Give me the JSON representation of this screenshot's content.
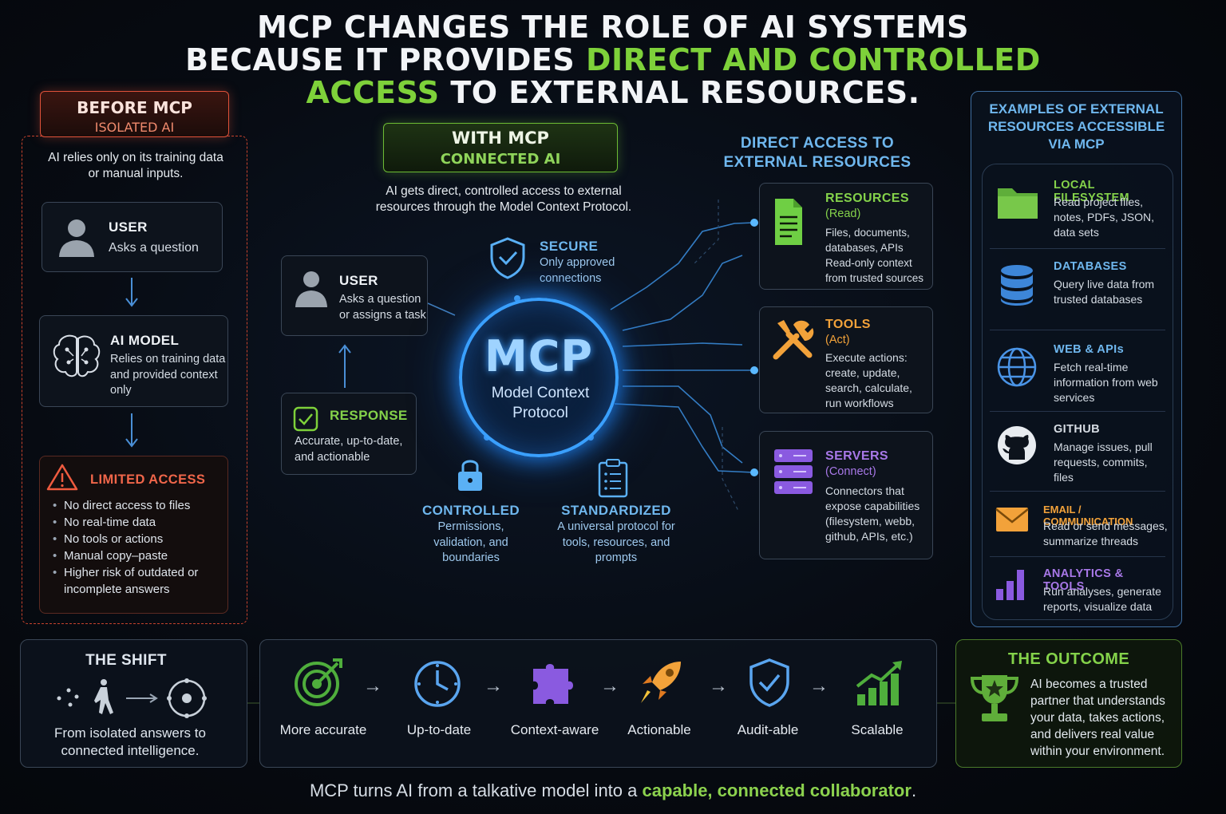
{
  "title": {
    "line1": "MCP CHANGES THE ROLE OF AI SYSTEMS",
    "line2_pre": "BECAUSE IT PROVIDES ",
    "line2_green": "DIRECT AND CONTROLLED",
    "line3_green": "ACCESS",
    "line3_post": " TO EXTERNAL RESOURCES."
  },
  "before": {
    "title": "BEFORE MCP",
    "subtitle": "ISOLATED AI",
    "desc": "AI relies only on its training data or manual inputs.",
    "user_title": "USER",
    "user_desc": "Asks a question",
    "model_title": "AI MODEL",
    "model_desc": "Relies on training data and provided context only",
    "limited_title": "LIMITED ACCESS",
    "limited_items": [
      "No direct access to files",
      "No real-time data",
      "No tools or actions",
      "Manual copy–paste",
      "Higher risk of outdated or incomplete answers"
    ]
  },
  "with": {
    "title": "WITH MCP",
    "subtitle": "CONNECTED AI",
    "desc": "AI gets direct, controlled access to external resources through the Model Context Protocol.",
    "user_title": "USER",
    "user_desc": "Asks a question or assigns a task",
    "response_title": "RESPONSE",
    "response_desc": "Accurate, up-to-date, and actionable",
    "mcp_big": "MCP",
    "mcp_sub": "Model Context Protocol",
    "secure_title": "SECURE",
    "secure_desc": "Only approved connections",
    "controlled_title": "CONTROLLED",
    "controlled_desc": "Permissions, validation, and boundaries",
    "standardized_title": "STANDARDIZED",
    "standardized_desc": "A universal protocol for tools, resources, and prompts"
  },
  "direct": {
    "title": "DIRECT ACCESS TO EXTERNAL RESOURCES",
    "resources_title": "RESOURCES",
    "resources_sub": "(Read)",
    "resources_desc": "Files, documents, databases, APIs Read-only context from trusted sources",
    "tools_title": "TOOLS",
    "tools_sub": "(Act)",
    "tools_desc": "Execute actions: create, update, search, calculate, run workflows",
    "servers_title": "SERVERS",
    "servers_sub": "(Connect)",
    "servers_desc": "Connectors that expose capabilities (filesystem, webb, github, APIs, etc.)"
  },
  "examples": {
    "title": "EXAMPLES OF EXTERNAL RESOURCES ACCESSIBLE VIA MCP",
    "items": [
      {
        "title": "LOCAL FILESYSTEM",
        "desc": "Read project files, notes, PDFs, JSON, data sets",
        "icon": "folder-icon"
      },
      {
        "title": "DATABASES",
        "desc": "Query live data from trusted databases",
        "icon": "database-icon"
      },
      {
        "title": "WEB & APIs",
        "desc": "Fetch real-time information from web services",
        "icon": "globe-icon"
      },
      {
        "title": "GITHUB",
        "desc": "Manage issues, pull requests, commits, files",
        "icon": "github-icon"
      },
      {
        "title": "EMAIL / COMMUNICATION",
        "desc": "Read or send messages, summarize threads",
        "icon": "envelope-icon"
      },
      {
        "title": "ANALYTICS & TOOLS",
        "desc": "Run analyses, generate reports, visualize data",
        "icon": "bar-chart-icon"
      }
    ]
  },
  "shift": {
    "title": "THE SHIFT",
    "desc": "From isolated answers to connected intelligence."
  },
  "benefits": [
    "More accurate",
    "Up-to-date",
    "Context-aware",
    "Actionable",
    "Audit-able",
    "Scalable"
  ],
  "outcome": {
    "title": "THE OUTCOME",
    "desc": "AI becomes a trusted partner that understands your data, takes actions, and delivers real value within your environment."
  },
  "footer": {
    "pre": "MCP turns AI from a talkative model into a ",
    "green": "capable, connected collaborator",
    "post": "."
  },
  "colors": {
    "accent_green": "#7ed13a",
    "accent_blue": "#3aa0ff",
    "accent_red": "#e0523a",
    "accent_orange": "#f2a23a",
    "accent_purple": "#a878e8"
  }
}
